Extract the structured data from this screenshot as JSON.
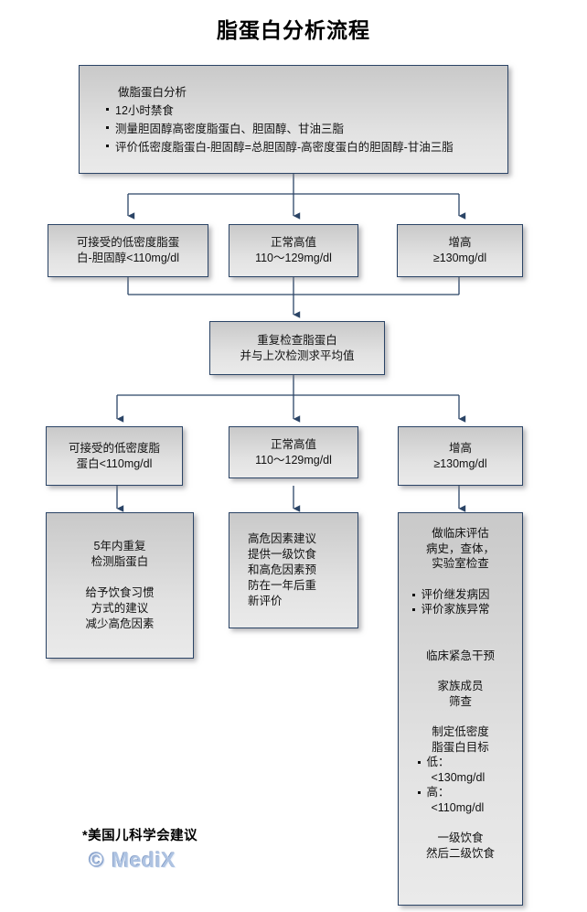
{
  "page": {
    "title": "脂蛋白分析流程"
  },
  "colors": {
    "box_border": "#2b4466",
    "box_fill_top": "#c9c9c9",
    "box_fill_bottom": "#eaeaea",
    "connector": "#2b4466",
    "brand": "#aec3e2",
    "text": "#111111"
  },
  "boxes": {
    "intro": {
      "heading": "做脂蛋白分析",
      "bullets": [
        "12小时禁食",
        "测量胆固醇高密度脂蛋白、胆固醇、甘油三脂",
        "评价低密度脂蛋白-胆固醇=总胆固醇-高密度蛋白的胆固醇-甘油三脂"
      ]
    },
    "row1_left": {
      "line1": "可接受的低密度脂蛋",
      "line2": "白-胆固醇<110mg/dl"
    },
    "row1_mid": {
      "line1": "正常高值",
      "line2": "110～129mg/dl"
    },
    "row1_right": {
      "line1": "增高",
      "line2": "≥130mg/dl"
    },
    "recheck": {
      "line1": "重复检查脂蛋白",
      "line2": "并与上次检测求平均值"
    },
    "row2_left": {
      "line1": "可接受的低密度脂",
      "line2": "蛋白<110mg/dl"
    },
    "row2_mid": {
      "line1": "正常高值",
      "line2": "110～129mg/dl"
    },
    "row2_right": {
      "line1": "增高",
      "line2": "≥130mg/dl"
    },
    "outcome_left": {
      "line1": "5年内重复",
      "line2": "检测脂蛋白",
      "line3": "给予饮食习惯",
      "line4": "方式的建议",
      "line5": "减少高危因素"
    },
    "outcome_mid": {
      "line1": "高危因素建议",
      "line2": "提供一级饮食",
      "line3": "和高危因素预",
      "line4": "防在一年后重",
      "line5": "新评价"
    },
    "outcome_right": {
      "line1": "做临床评估",
      "line2": "病史，查体，",
      "line3": "实验室检查",
      "bullet1": "评价继发病因",
      "bullet2": "评价家族异常",
      "line4": "临床紧急干预",
      "line5": "家族成员",
      "line6": "筛查",
      "line7": "制定低密度",
      "line8": "脂蛋白目标",
      "bullet3": "低：",
      "value1": "<130mg/dl",
      "bullet4": "高：",
      "value2": "<110mg/dl",
      "line9": "一级饮食",
      "line10": "然后二级饮食"
    }
  },
  "footer": {
    "note": "*美国儿科学会建议",
    "brand_mark": "©",
    "brand_name": "MediX"
  }
}
